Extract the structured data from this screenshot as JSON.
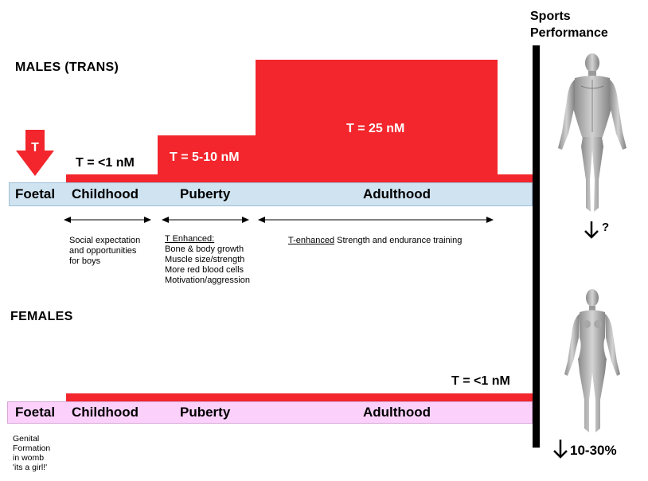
{
  "header": {
    "sports_title_line1": "Sports",
    "sports_title_line2": "Performance"
  },
  "males": {
    "heading": "MALES (TRANS)",
    "t_arrow_label": "T",
    "stages": {
      "foetal": "Foetal",
      "childhood": "Childhood",
      "puberty": "Puberty",
      "adulthood": "Adulthood"
    },
    "levels": {
      "childhood": "T = <1 nM",
      "puberty": "T = 5-10 nM",
      "adulthood": "T = 25 nM"
    },
    "notes": {
      "childhood_line1": "Social expectation",
      "childhood_line2": "and opportunities",
      "childhood_line3": "for boys",
      "puberty_heading": "T Enhanced:",
      "puberty_items": [
        "Bone & body growth",
        "Muscle size/strength",
        "More red blood cells",
        "Motivation/aggression"
      ],
      "adulthood_underlined": "T-enhanced",
      "adulthood_rest": " Strength and endurance training"
    },
    "performance_change": "?"
  },
  "females": {
    "heading": "FEMALES",
    "stages": {
      "foetal": "Foetal",
      "childhood": "Childhood",
      "puberty": "Puberty",
      "adulthood": "Adulthood"
    },
    "level": "T = <1 nM",
    "foetal_note_lines": [
      "Genital",
      "Formation",
      "in womb",
      "'its a girl!'"
    ],
    "performance_change": "10-30%"
  },
  "colors": {
    "testosterone_red": "#f2262c",
    "male_timeline": "#cfe3f1",
    "female_timeline": "#fbd1fb"
  },
  "icons": {
    "male_figure": "male-anatomy-figure",
    "female_figure": "female-anatomy-figure",
    "down_arrow": "down-arrow-icon"
  }
}
